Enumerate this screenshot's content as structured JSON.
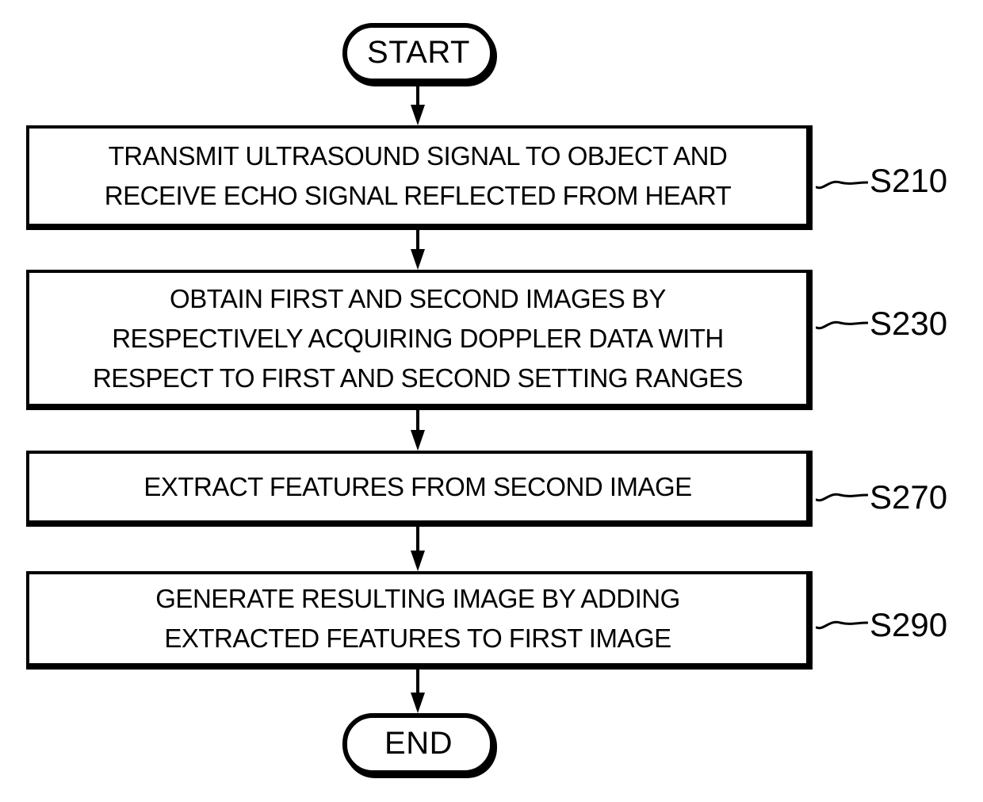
{
  "flowchart": {
    "start_label": "START",
    "end_label": "END",
    "steps": [
      {
        "id": "S210",
        "lines": [
          "TRANSMIT ULTRASOUND SIGNAL TO OBJECT AND",
          "RECEIVE ECHO SIGNAL REFLECTED FROM HEART"
        ]
      },
      {
        "id": "S230",
        "lines": [
          "OBTAIN FIRST AND SECOND IMAGES BY",
          "RESPECTIVELY ACQUIRING DOPPLER DATA WITH",
          "RESPECT TO FIRST AND SECOND SETTING RANGES"
        ]
      },
      {
        "id": "S270",
        "lines": [
          "EXTRACT FEATURES FROM SECOND IMAGE"
        ]
      },
      {
        "id": "S290",
        "lines": [
          "GENERATE RESULTING IMAGE BY ADDING",
          "EXTRACTED FEATURES TO FIRST IMAGE"
        ]
      }
    ],
    "colors": {
      "ink": "#000000",
      "background": "#ffffff"
    }
  }
}
